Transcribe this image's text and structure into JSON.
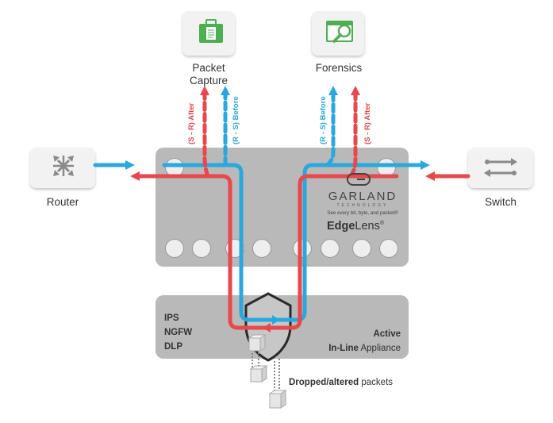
{
  "nodes": {
    "packet_capture": {
      "line1": "Packet",
      "line2": "Capture"
    },
    "forensics": {
      "label": "Forensics"
    },
    "router": {
      "label": "Router"
    },
    "switch": {
      "label": "Switch"
    }
  },
  "flows": {
    "left_after": "(S - R) After",
    "left_before": "(R - S) Before",
    "right_before": "(R - S) Before",
    "right_after": "(S - R) After"
  },
  "device": {
    "brand": "GARLAND",
    "brand_sub": "TECHNOLOGY",
    "tagline": "See every bit, byte, and packet®",
    "product_bold": "Edge",
    "product_light": "Lens",
    "product_mark": "®"
  },
  "appliance": {
    "tools": [
      "IPS",
      "NGFW",
      "DLP"
    ],
    "line1": "Active",
    "line2_bold": "In-Line",
    "line2_rest": " Appliance"
  },
  "dropped": {
    "bold": "Dropped/altered",
    "rest": " packets"
  },
  "colors": {
    "red": "#e8474c",
    "blue": "#29a8e0",
    "device_gray": "#b9b9b9",
    "green": "#4caf50"
  },
  "icons": [
    "router-icon",
    "switch-icon",
    "briefcase-icon",
    "magnifier-window-icon",
    "shield-icon",
    "packet-icon"
  ]
}
